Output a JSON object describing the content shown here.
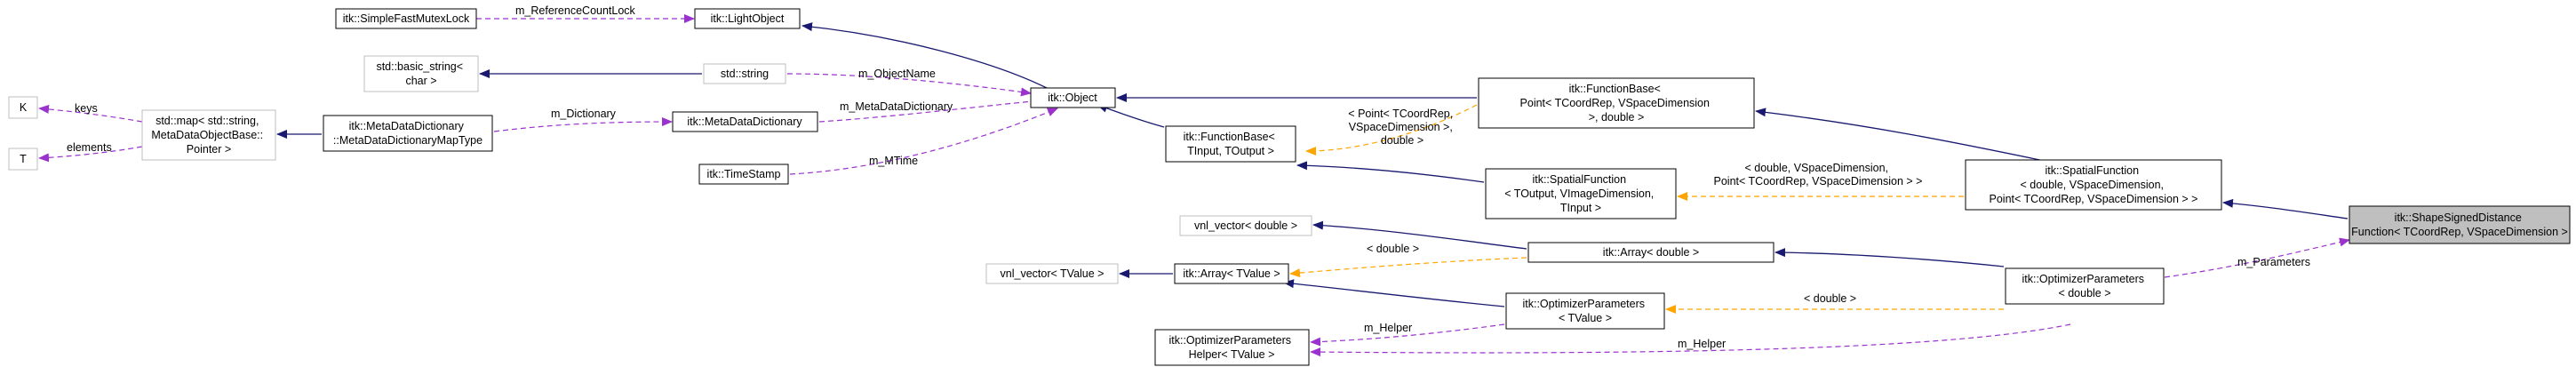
{
  "colors": {
    "inheritance": "#191970",
    "usage": "#9a32cd",
    "template": "#ffa500",
    "node_border": "#000000",
    "external_border": "#bfbfbf",
    "focus_fill": "#bfbfbf"
  },
  "nodes": {
    "simple_fast_mutex_lock": [
      "itk::SimpleFastMutexLock"
    ],
    "light_object": [
      "itk::LightObject"
    ],
    "basic_string": [
      "std::basic_string<",
      "char >"
    ],
    "std_string": [
      "std::string"
    ],
    "object": [
      "itk::Object"
    ],
    "k": [
      "K"
    ],
    "t": [
      "T"
    ],
    "std_map": [
      "std::map< std::string,",
      "MetaDataObjectBase::",
      "Pointer >"
    ],
    "meta_data_dictionary_map_type": [
      "itk::MetaDataDictionary",
      "::MetaDataDictionaryMapType"
    ],
    "meta_data_dictionary": [
      "itk::MetaDataDictionary"
    ],
    "time_stamp": [
      "itk::TimeStamp"
    ],
    "function_base_point": [
      "itk::FunctionBase<",
      "Point< TCoordRep, VSpaceDimension",
      ">, double >"
    ],
    "function_base_tinput": [
      "itk::FunctionBase<",
      "TInput, TOutput >"
    ],
    "spatial_function_toutput": [
      "itk::SpatialFunction",
      "< TOutput, VImageDimension,",
      "TInput >"
    ],
    "spatial_function_double": [
      "itk::SpatialFunction",
      "< double, VSpaceDimension,",
      "Point< TCoordRep, VSpaceDimension > >"
    ],
    "shape_signed_distance_function": [
      "itk::ShapeSignedDistance",
      "Function< TCoordRep, VSpaceDimension >"
    ],
    "vnl_vector_double": [
      "vnl_vector< double >"
    ],
    "vnl_vector_tvalue": [
      "vnl_vector< TValue >"
    ],
    "array_tvalue": [
      "itk::Array< TValue >"
    ],
    "array_double": [
      "itk::Array< double >"
    ],
    "optimizer_parameters_tvalue": [
      "itk::OptimizerParameters",
      "< TValue >"
    ],
    "optimizer_parameters_double": [
      "itk::OptimizerParameters",
      "< double >"
    ],
    "optimizer_parameters_helper": [
      "itk::OptimizerParameters",
      "Helper< TValue >"
    ]
  },
  "edge_labels": {
    "reference_count_lock": [
      "m_ReferenceCountLock"
    ],
    "object_name": [
      "m_ObjectName"
    ],
    "meta_data_dictionary": [
      "m_MetaDataDictionary"
    ],
    "dictionary": [
      "m_Dictionary"
    ],
    "mtime": [
      "m_MTime"
    ],
    "keys": [
      "keys"
    ],
    "elements": [
      "elements"
    ],
    "point_template": [
      "< Point< TCoordRep,",
      "VSpaceDimension >,",
      "double >"
    ],
    "spatial_template": [
      "< double, VSpaceDimension,",
      "Point< TCoordRep, VSpaceDimension > >"
    ],
    "double_array": [
      "< double >"
    ],
    "double_optimizer": [
      "< double >"
    ],
    "helper_top": [
      "m_Helper"
    ],
    "helper_bottom": [
      "m_Helper"
    ],
    "parameters": [
      "m_Parameters"
    ]
  }
}
